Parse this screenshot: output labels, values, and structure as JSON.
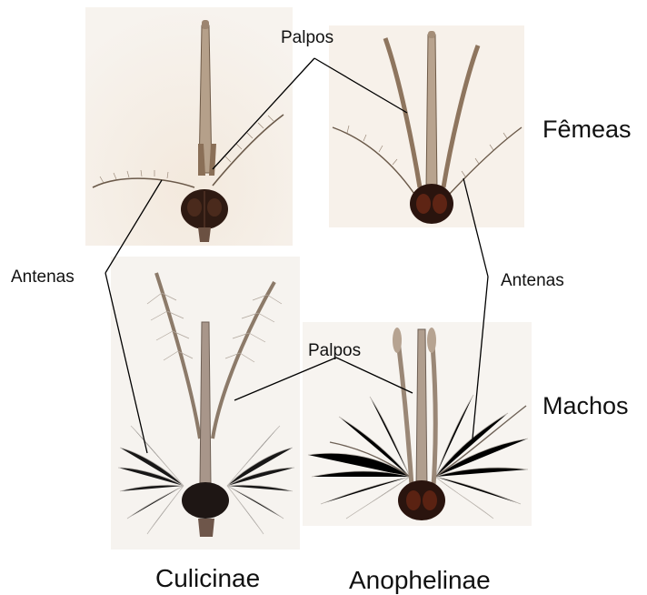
{
  "labels": {
    "palpos_top": "Palpos",
    "palpos_bottom": "Palpos",
    "antenas_left": "Antenas",
    "antenas_right": "Antenas",
    "femeas": "Fêmeas",
    "machos": "Machos"
  },
  "captions": {
    "culicinae": "Culicinae",
    "anophelinae": "Anophelinae"
  }
}
